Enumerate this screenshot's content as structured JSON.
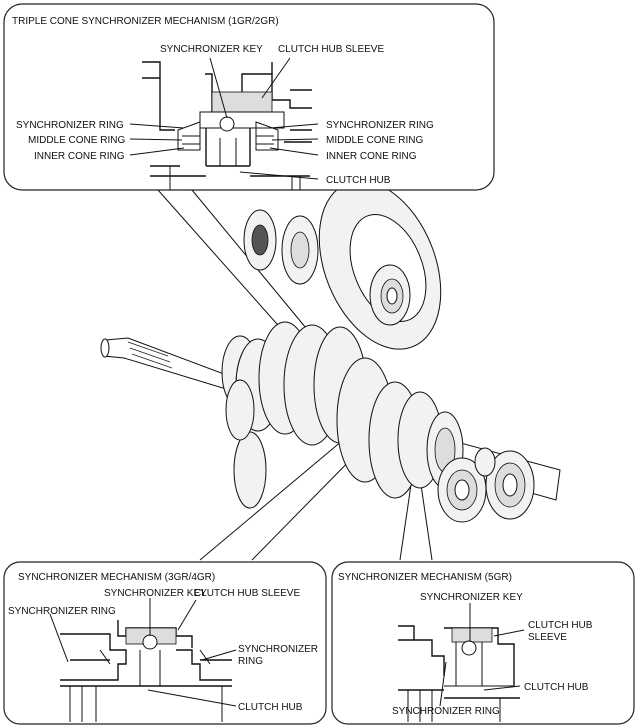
{
  "panels": {
    "triple": {
      "title": "TRIPLE CONE SYNCHRONIZER MECHANISM (1GR/2GR)",
      "labels": {
        "sync_key": "SYNCHRONIZER KEY",
        "hub_sleeve": "CLUTCH HUB SLEEVE",
        "sync_ring_left": "SYNCHRONIZER RING",
        "middle_cone_left": "MIDDLE CONE RING",
        "inner_cone_left": "INNER CONE RING",
        "sync_ring_right": "SYNCHRONIZER RING",
        "middle_cone_right": "MIDDLE CONE RING",
        "inner_cone_right": "INNER CONE RING",
        "clutch_hub": "CLUTCH HUB"
      }
    },
    "gr34": {
      "title": "SYNCHRONIZER MECHANISM (3GR/4GR)",
      "labels": {
        "sync_key": "SYNCHRONIZER KEY",
        "hub_sleeve": "CLUTCH HUB SLEEVE",
        "sync_ring_left": "SYNCHRONIZER RING",
        "sync_ring_right_1": "SYNCHRONIZER",
        "sync_ring_right_2": "RING",
        "clutch_hub": "CLUTCH HUB"
      }
    },
    "gr5": {
      "title": "SYNCHRONIZER MECHANISM (5GR)",
      "labels": {
        "sync_key": "SYNCHRONIZER KEY",
        "hub_sleeve_1": "CLUTCH HUB",
        "hub_sleeve_2": "SLEEVE",
        "clutch_hub": "CLUTCH HUB",
        "sync_ring": "SYNCHRONIZER RING"
      }
    }
  }
}
